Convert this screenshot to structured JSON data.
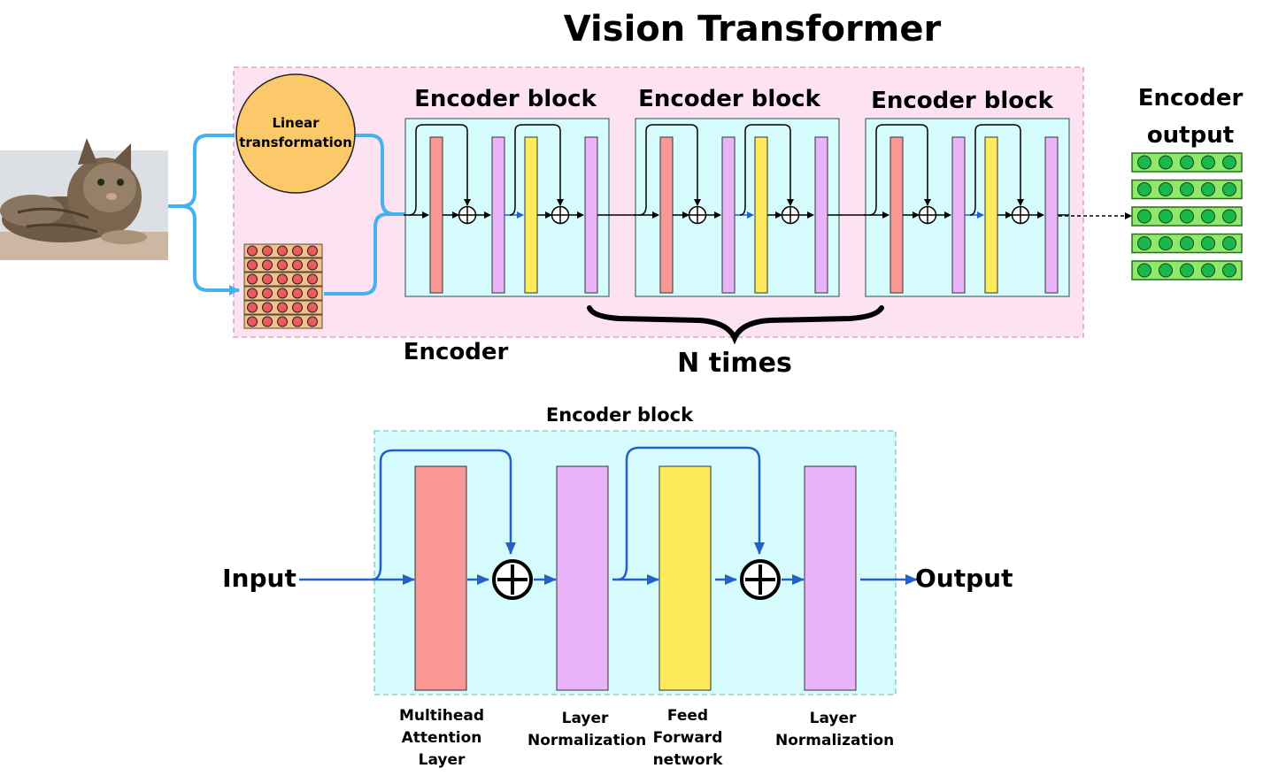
{
  "title": "Vision Transformer",
  "top": {
    "linear_label": "Linear transformation",
    "encoder_blocks": [
      "Encoder block",
      "Encoder block",
      "Encoder block"
    ],
    "encoder_label": "Encoder",
    "n_times_label": "N times",
    "encoder_output_label": "Encoder output",
    "image_icon": "cat-photo-icon"
  },
  "detail": {
    "title": "Encoder block",
    "input_label": "Input",
    "output_label": "Output",
    "layers": [
      {
        "label": "Multihead Attention Layer",
        "color": "#fa9896"
      },
      {
        "label": "Layer Normalization",
        "color": "#e9b3f8"
      },
      {
        "label": "Feed Forward network",
        "color": "#fdeb5b"
      },
      {
        "label": "Layer Normalization",
        "color": "#e9b3f8"
      }
    ]
  },
  "colors": {
    "encoder_bg": "#fde3f1",
    "block_bg": "#d6fbfc",
    "arrow_blue": "#45b2f0",
    "flow_blue": "#2360c9",
    "linear_circle": "#fbc96a",
    "patch_bg": "#f7c08b",
    "patch_dot": "#f05a5a",
    "output_bg": "#8ce96a",
    "output_dot": "#19b84a"
  }
}
